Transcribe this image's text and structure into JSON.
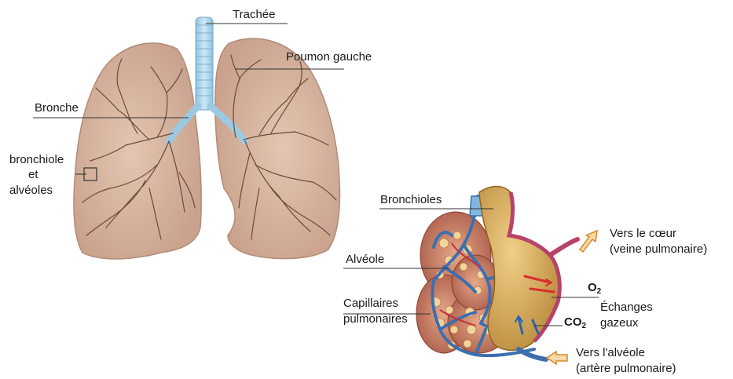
{
  "labels": {
    "trachee": "Trachée",
    "poumon_gauche": "Poumon gauche",
    "bronche": "Bronche",
    "bronchiole_line1": "bronchiole",
    "bronchiole_line2": "et",
    "bronchiole_line3": "alvéoles",
    "bronchioles": "Bronchioles",
    "alveole": "Alvéole",
    "capillaires_line1": "Capillaires",
    "capillaires_line2": "pulmonaires",
    "vers_coeur_line1": "Vers le cœur",
    "vers_coeur_line2": "(veine pulmonaire)",
    "o2_main": "O",
    "o2_sub": "2",
    "co2_main": "CO",
    "co2_sub": "2",
    "echanges_line1": "Échanges",
    "echanges_line2": "gazeux",
    "vers_alveole_line1": "Vers l'alvéole",
    "vers_alveole_line2": "(artère pulmonaire)"
  },
  "colors": {
    "lung_fill": "#d9b8a2",
    "lung_edge": "#b08c78",
    "bronchi": "#6b4a3a",
    "trachea": "#a9d4ea",
    "alveolus_wall": "#c9a25a",
    "alveolus_inside": "#e2b76a",
    "capillary_blue": "#3d6fb0",
    "capillary_red": "#c0303a",
    "vein": "#b8436a",
    "arrow_fill": "#f5d9a8",
    "arrow_edge": "#d98a2b",
    "label_line": "#333333"
  }
}
